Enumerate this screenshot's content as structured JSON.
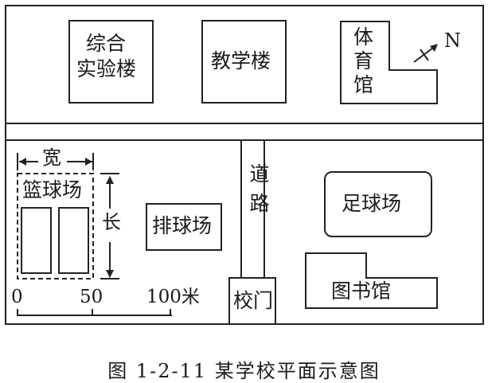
{
  "map": {
    "buildings": {
      "lab": [
        "综合",
        "实验楼"
      ],
      "teaching": "教学楼",
      "gym": [
        "体",
        "育",
        "馆"
      ],
      "volleyball": "排球场",
      "football": "足球场",
      "library": "图书馆",
      "gate": "校门",
      "basketball": "篮球场"
    },
    "road_label": "道路",
    "north": "N",
    "width_label": "宽",
    "length_label": "长",
    "scale": {
      "ticks": [
        "0",
        "50",
        "100米"
      ]
    }
  },
  "caption": "图 1-2-11   某学校平面示意图"
}
